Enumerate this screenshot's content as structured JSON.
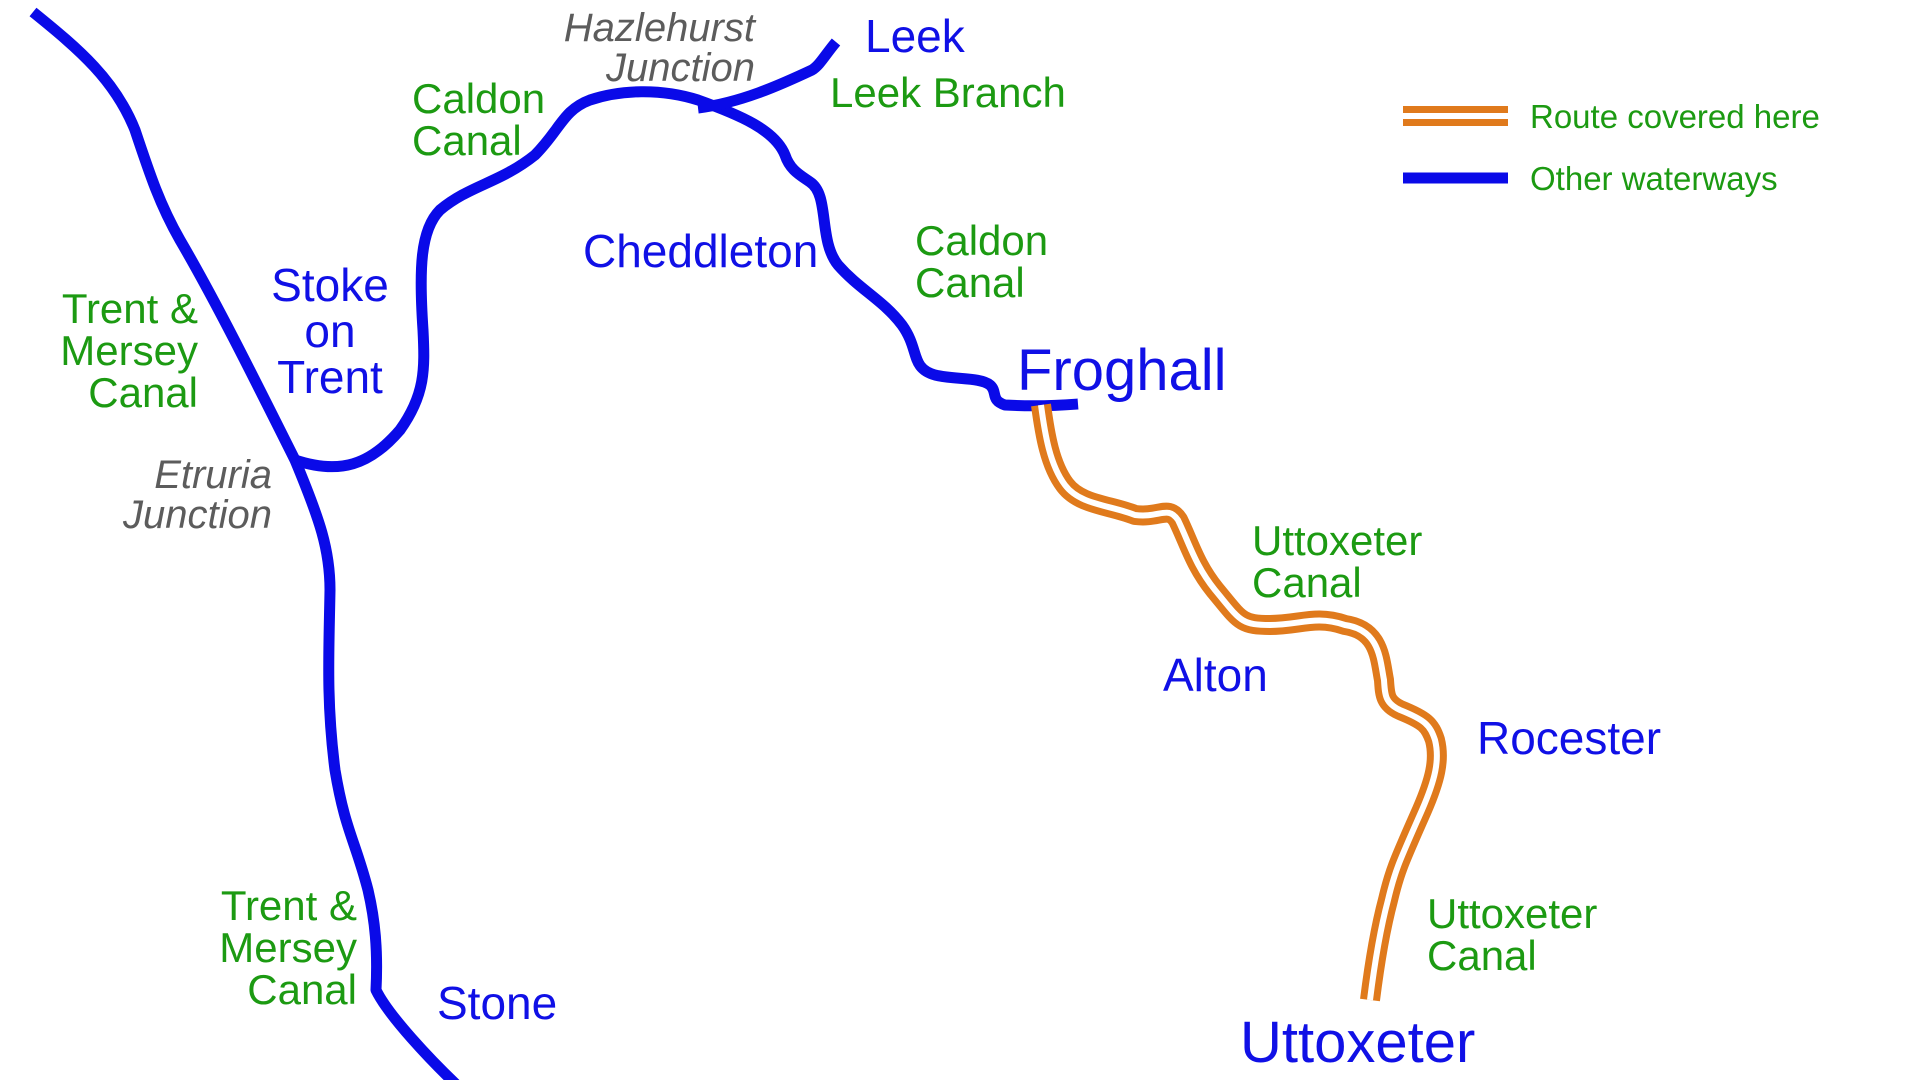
{
  "colors": {
    "other_waterway": "#0a0ae8",
    "route_outer": "#e07a1c",
    "route_inner": "#ffffff",
    "place_text": "#1010e6",
    "canal_text": "#1c9a12",
    "junction_text": "#5c5c5c"
  },
  "places": {
    "leek": "Leek",
    "stoke": [
      "Stoke",
      "on",
      "Trent"
    ],
    "cheddleton": "Cheddleton",
    "froghall": "Froghall",
    "alton": "Alton",
    "rocester": "Rocester",
    "uttoxeter": "Uttoxeter",
    "stone": "Stone"
  },
  "junctions": {
    "hazlehurst": [
      "Hazlehurst",
      "Junction"
    ],
    "etruria": [
      "Etruria",
      "Junction"
    ]
  },
  "canals": {
    "caldon_north": [
      "Caldon",
      "Canal"
    ],
    "caldon_east": [
      "Caldon",
      "Canal"
    ],
    "leek_branch": "Leek Branch",
    "trent_mersey_north": [
      "Trent &",
      "Mersey",
      "Canal"
    ],
    "trent_mersey_south": [
      "Trent &",
      "Mersey",
      "Canal"
    ],
    "uttoxeter_north": [
      "Uttoxeter",
      "Canal"
    ],
    "uttoxeter_south": [
      "Uttoxeter",
      "Canal"
    ]
  },
  "legend": {
    "route_label": "Route covered here",
    "other_label": "Other waterways"
  }
}
